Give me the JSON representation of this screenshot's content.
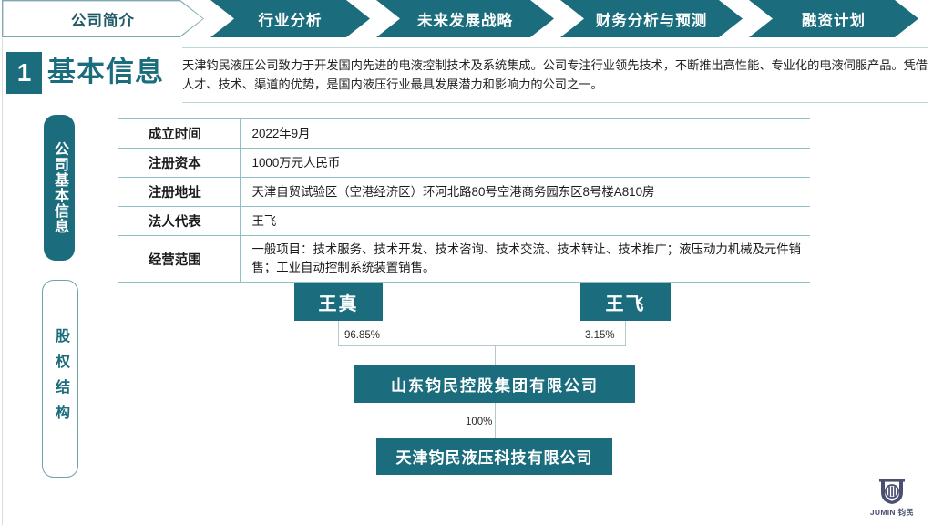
{
  "nav": {
    "items": [
      {
        "label": "公司简介",
        "active": true
      },
      {
        "label": "行业分析",
        "active": false
      },
      {
        "label": "未来发展战略",
        "active": false
      },
      {
        "label": "财务分析与预测",
        "active": false
      },
      {
        "label": "融资计划",
        "active": false
      }
    ]
  },
  "section": {
    "number": "1",
    "title": "基本信息",
    "intro": "天津钧民液压公司致力于开发国内先进的电液控制技术及系统集成。公司专注行业领先技术，不断推出高性能、专业化的电液伺服产品。凭借人才、技术、渠道的优势，是国内液压行业最具发展潜力和影响力的公司之一。"
  },
  "side_tabs": {
    "info": "公司基本信息",
    "equity": "股权结构"
  },
  "info_table": {
    "rows": [
      {
        "key": "成立时间",
        "value": "2022年9月"
      },
      {
        "key": "注册资本",
        "value": "1000万元人民币"
      },
      {
        "key": "注册地址",
        "value": "天津自贸试验区（空港经济区）环河北路80号空港商务园东区8号楼A810房"
      },
      {
        "key": "法人代表",
        "value": "王飞"
      },
      {
        "key": "经营范围",
        "value": "一般项目：技术服务、技术开发、技术咨询、技术交流、技术转让、技术推广；液压动力机械及元件销售；工业自动控制系统装置销售。"
      }
    ]
  },
  "org_chart": {
    "shareholder_1": {
      "name": "王真",
      "percent": "96.85%"
    },
    "shareholder_2": {
      "name": "王飞",
      "percent": "3.15%"
    },
    "holding_company": {
      "name": "山东钧民控股集团有限公司",
      "percent": "100%"
    },
    "subsidiary": {
      "name": "天津钧民液压科技有限公司"
    }
  },
  "logo": {
    "wordmark": "JUMIN 钧民"
  },
  "colors": {
    "teal": "#1b6d7d",
    "teal_light": "#8fc0c6",
    "line_gray": "#b4c8ce",
    "logo_navy": "#4a4f72"
  }
}
